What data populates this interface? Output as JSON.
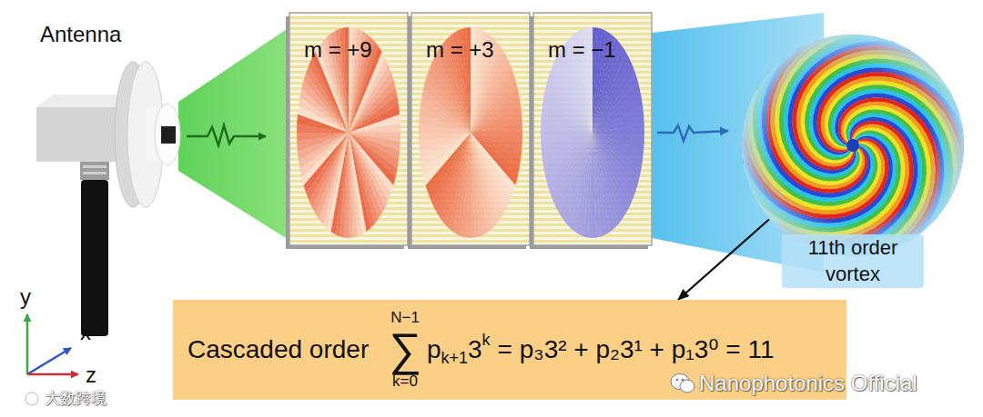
{
  "diagram": {
    "nodes": [
      {
        "text": [
          "m = +9"
        ]
      },
      {
        "text": [
          "m = +3"
        ]
      },
      {
        "text": [
          "m = −1"
        ]
      },
      {
        "text": [
          "11th order vortex"
        ]
      },
      {
        "text": [
          "Cascaded order",
          "N−1",
          "∑",
          "k=0",
          "p",
          "k+1",
          "3",
          "k",
          "= p₃3² + p₂3¹ + p₁3⁰ = 11"
        ]
      }
    ],
    "edges": [
      {
        "from": 3,
        "to": 4,
        "arrow": "to"
      }
    ],
    "labels": [
      "Antenna",
      "y",
      "x",
      "z",
      "Nanophotonics Official",
      "大数跨境"
    ]
  }
}
